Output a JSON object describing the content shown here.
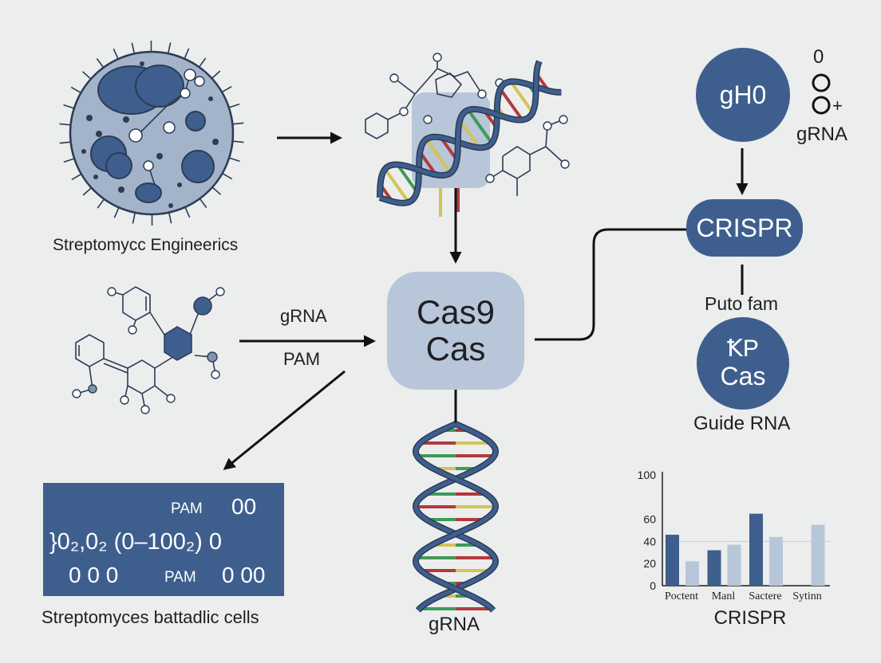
{
  "labels": {
    "cell": "Streptomycc Engineerics",
    "arrow_top": "gRNA",
    "arrow_bottom": "PAM",
    "cas_line1": "Cas9",
    "cas_line2": "Cas",
    "helix_bottom": "gRNA",
    "grna_node": "gH0",
    "grna_side": "gRNA",
    "grna_glyph_top": "0",
    "grna_glyph_plus": "+",
    "crispr": "CRISPR",
    "puto": "Puto fam",
    "guide_node_line1": "ꝀP",
    "guide_node_line2": "Cas",
    "guide_rna": "Guide RNA",
    "cells_caption": "Streptomyces battadlic cells"
  },
  "panel": {
    "row1_a": "PAM",
    "row1_b": "00",
    "row2": "}0₂,0₂ (0–100₂) 0",
    "row3_a": "0 0 0",
    "row3_b": "PAM",
    "row3_c": "0 00"
  },
  "colors": {
    "navy": "#3e5f8e",
    "light_blue": "#b8c6d9",
    "cell_fill": "#a3b3c9",
    "dna_red": "#b23a3e",
    "dna_green": "#3f9a5a",
    "dna_yellow": "#d2c457"
  },
  "chart_data": {
    "type": "bar",
    "xlabel": "CRISPR",
    "categories": [
      "Poctent",
      "Manl",
      "Sactere",
      "Sytinn"
    ],
    "series": [
      {
        "values": [
          46,
          32,
          65,
          null
        ],
        "color": "#3e5f8e"
      },
      {
        "values": [
          22,
          37,
          44,
          55
        ],
        "color": "#b8c6d9"
      }
    ],
    "yticks": [
      0,
      20,
      40,
      60,
      100
    ],
    "ylim": [
      0,
      100
    ]
  }
}
